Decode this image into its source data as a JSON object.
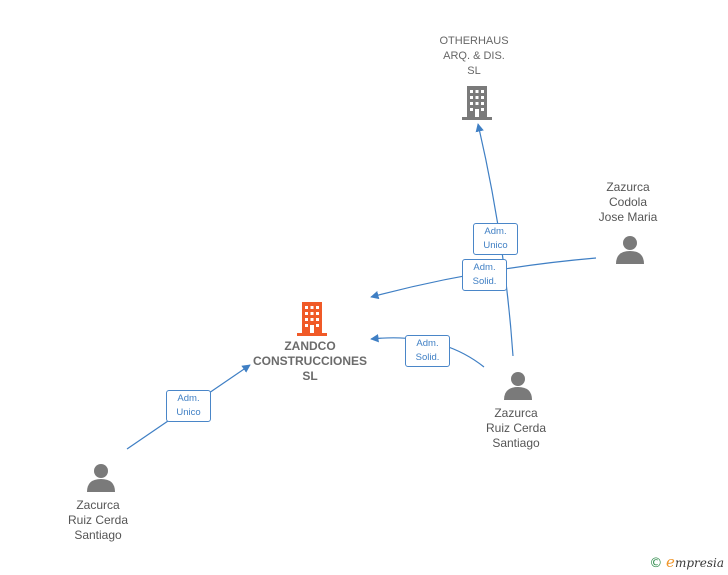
{
  "nodes": {
    "otherhaus": {
      "lines": [
        "OTHERHAUS",
        "ARQ.  & DIS.",
        "SL"
      ],
      "icon": "building-icon",
      "color": "#7a7a7a"
    },
    "zandco": {
      "lines": [
        "ZANDCO",
        "CONSTRUCCIONES",
        "SL"
      ],
      "icon": "building-icon",
      "color": "#f05a28"
    },
    "codola": {
      "lines": [
        "Zazurca",
        "Codola",
        "Jose Maria"
      ],
      "icon": "person-icon",
      "color": "#7a7a7a"
    },
    "zazurca_ruiz": {
      "lines": [
        "Zazurca",
        "Ruiz Cerda",
        "Santiago"
      ],
      "icon": "person-icon",
      "color": "#7a7a7a"
    },
    "zacurca_ruiz": {
      "lines": [
        "Zacurca",
        "Ruiz Cerda",
        "Santiago"
      ],
      "icon": "person-icon",
      "color": "#7a7a7a"
    }
  },
  "edges": {
    "adm_unico_top": [
      "Adm.",
      "Unico"
    ],
    "adm_solid_top": [
      "Adm.",
      "Solid."
    ],
    "adm_solid_mid": [
      "Adm.",
      "Solid."
    ],
    "adm_unico_bottom": [
      "Adm.",
      "Unico"
    ]
  },
  "colors": {
    "edge": "#3f7fc4",
    "accent": "#f05a28",
    "icon": "#7a7a7a"
  },
  "footer": {
    "copyright": "©",
    "brand_initial": "e",
    "brand_rest": "mpresia"
  }
}
